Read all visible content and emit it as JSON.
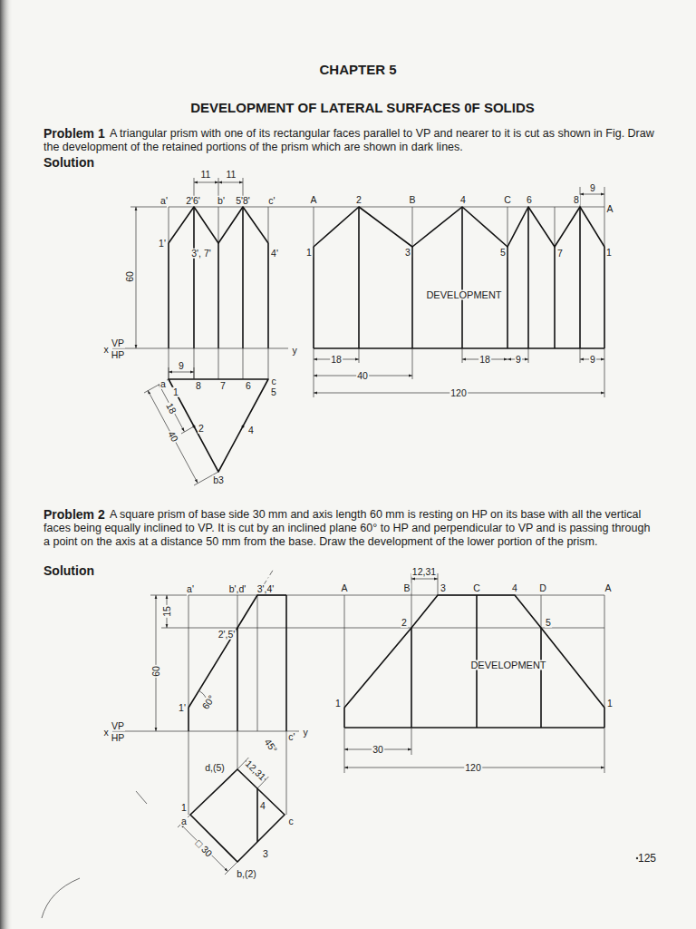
{
  "diagram": {
    "title": "DEVELOPMENT OF LATERAL SURFACES 0F SOLIDS",
    "labels": [
      "CHAPTER 5",
      "Problem 1",
      "A triangular prism with one of its rectangular faces parallel to VP and nearer to it is cut as shown in Fig. Draw the development of the retained portions of the prism which are shown in dark lines.",
      "Solution",
      "11",
      "11",
      "a'",
      "2'6'",
      "b'",
      "5'8'",
      "c'",
      "1'",
      "3', 7'",
      "4'",
      "60",
      "x",
      "VP",
      "HP",
      "y",
      "9",
      "a",
      "8",
      "7",
      "6",
      "c",
      "5",
      "1",
      "18",
      "40",
      "2",
      "4",
      "b3",
      "A",
      "2",
      "B",
      "4",
      "C",
      "6",
      "9",
      "8",
      "A",
      "1",
      "3",
      "5",
      "7",
      "1",
      "DEVELOPMENT",
      "18",
      "40",
      "120",
      "18",
      "9",
      "9",
      "Problem 2",
      "A square prism of base side 30 mm and axis length 60 mm is resting on HP on its base with all the vertical faces being equally inclined to VP. It is cut by an inclined plane 60° to HP and perpendicular to VP and is passing through a point on the axis at a distance 50 mm from the base. Draw the development of the lower portion of the prism.",
      "Solution",
      "a'",
      "b',d'",
      "3',4'",
      "15",
      "2',5'",
      "60",
      "1'",
      "60°",
      "x",
      "VP",
      "HP",
      "c'",
      "y",
      "45°",
      "12,31",
      "d,(5)",
      "4",
      "1",
      "a",
      "c",
      "3",
      "b,(2)",
      "□ 30",
      "12,31",
      "A",
      "B",
      "3",
      "C",
      "4",
      "D",
      "A",
      "2",
      "5",
      "1",
      "DEVELOPMENT",
      "1",
      "30",
      "120",
      "125"
    ]
  }
}
